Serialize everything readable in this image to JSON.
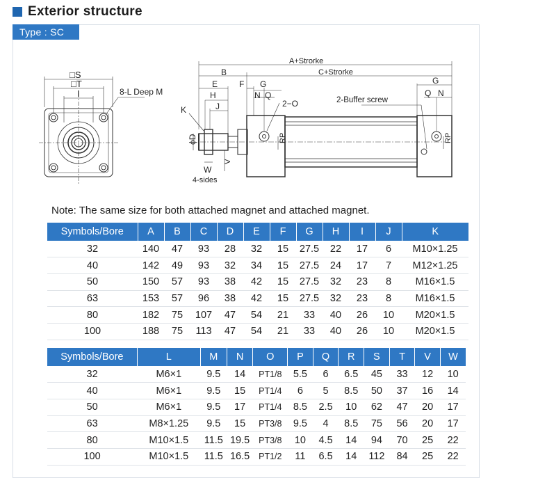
{
  "header": {
    "title": "Exterior structure"
  },
  "type_tag": "Type : SC",
  "drawing": {
    "front_labels": {
      "s": "□S",
      "t": "□T",
      "i": "I",
      "deep": "8-L Deep M"
    },
    "side_labels": {
      "a_stroke": "A+Strorke",
      "c_stroke": "C+Strorke",
      "b": "B",
      "e": "E",
      "f": "F",
      "g_left": "G",
      "h": "H",
      "j": "J",
      "n_left": "N",
      "q_left": "Q",
      "two_o": "2−O",
      "buffer": "2-Buffer screw",
      "g_right": "G",
      "q_right": "Q",
      "n_right": "N",
      "k": "K",
      "d": "ϕD",
      "rp_left": "RP",
      "rp_right": "RP",
      "w": "W",
      "v": "V",
      "sides": "4-sides"
    }
  },
  "note": "Note: The same size for both attached magnet and attached magnet.",
  "table1": {
    "headers": [
      "Symbols/Bore",
      "A",
      "B",
      "C",
      "D",
      "E",
      "F",
      "G",
      "H",
      "I",
      "J",
      "K"
    ],
    "rows": [
      [
        "32",
        "140",
        "47",
        "93",
        "28",
        "32",
        "15",
        "27.5",
        "22",
        "17",
        "6",
        "M10×1.25"
      ],
      [
        "40",
        "142",
        "49",
        "93",
        "32",
        "34",
        "15",
        "27.5",
        "24",
        "17",
        "7",
        "M12×1.25"
      ],
      [
        "50",
        "150",
        "57",
        "93",
        "38",
        "42",
        "15",
        "27.5",
        "32",
        "23",
        "8",
        "M16×1.5"
      ],
      [
        "63",
        "153",
        "57",
        "96",
        "38",
        "42",
        "15",
        "27.5",
        "32",
        "23",
        "8",
        "M16×1.5"
      ],
      [
        "80",
        "182",
        "75",
        "107",
        "47",
        "54",
        "21",
        "33",
        "40",
        "26",
        "10",
        "M20×1.5"
      ],
      [
        "100",
        "188",
        "75",
        "113",
        "47",
        "54",
        "21",
        "33",
        "40",
        "26",
        "10",
        "M20×1.5"
      ]
    ]
  },
  "table2": {
    "headers": [
      "Symbols/Bore",
      "L",
      "M",
      "N",
      "O",
      "P",
      "Q",
      "R",
      "S",
      "T",
      "V",
      "W"
    ],
    "rows": [
      [
        "32",
        "M6×1",
        "9.5",
        "14",
        "PT1/8",
        "5.5",
        "6",
        "6.5",
        "45",
        "33",
        "12",
        "10"
      ],
      [
        "40",
        "M6×1",
        "9.5",
        "15",
        "PT1/4",
        "6",
        "5",
        "8.5",
        "50",
        "37",
        "16",
        "14"
      ],
      [
        "50",
        "M6×1",
        "9.5",
        "17",
        "PT1/4",
        "8.5",
        "2.5",
        "10",
        "62",
        "47",
        "20",
        "17"
      ],
      [
        "63",
        "M8×1.25",
        "9.5",
        "15",
        "PT3/8",
        "9.5",
        "4",
        "8.5",
        "75",
        "56",
        "20",
        "17"
      ],
      [
        "80",
        "M10×1.5",
        "11.5",
        "19.5",
        "PT3/8",
        "10",
        "4.5",
        "14",
        "94",
        "70",
        "25",
        "22"
      ],
      [
        "100",
        "M10×1.5",
        "11.5",
        "16.5",
        "PT1/2",
        "11",
        "6.5",
        "14",
        "112",
        "84",
        "25",
        "22"
      ]
    ]
  }
}
